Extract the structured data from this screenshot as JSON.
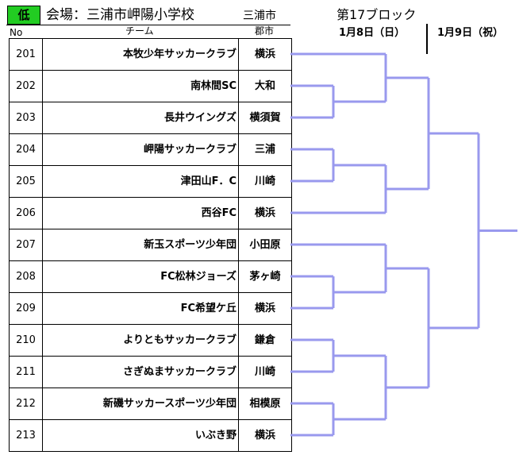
{
  "header": {
    "level_badge": "低",
    "venue": "会場：三浦市岬陽小学校",
    "venue_city": "三浦市",
    "block_title": "第17ブロック",
    "date_day1": "1月8日（日）",
    "date_day2": "1月9日（祝）"
  },
  "columns": {
    "no": "No",
    "team": "チーム",
    "city": "郡市"
  },
  "teams": [
    {
      "no": "201",
      "name": "本牧少年サッカークラブ",
      "city": "横浜"
    },
    {
      "no": "202",
      "name": "南林間SC",
      "city": "大和"
    },
    {
      "no": "203",
      "name": "長井ウイングズ",
      "city": "横須賀"
    },
    {
      "no": "204",
      "name": "岬陽サッカークラブ",
      "city": "三浦"
    },
    {
      "no": "205",
      "name": "津田山F．C",
      "city": "川崎"
    },
    {
      "no": "206",
      "name": "西谷FC",
      "city": "横浜"
    },
    {
      "no": "207",
      "name": "新玉スポーツ少年団",
      "city": "小田原"
    },
    {
      "no": "208",
      "name": "FC松林ジョーズ",
      "city": "茅ヶ崎"
    },
    {
      "no": "209",
      "name": "FC希望ケ丘",
      "city": "横浜"
    },
    {
      "no": "210",
      "name": "よりともサッカークラブ",
      "city": "鎌倉"
    },
    {
      "no": "211",
      "name": "さぎぬまサッカークラブ",
      "city": "川崎"
    },
    {
      "no": "212",
      "name": "新磯サッカースポーツ少年団",
      "city": "相模原"
    },
    {
      "no": "213",
      "name": "いぶき野",
      "city": "横浜"
    }
  ],
  "colors": {
    "badge": "#22cc22",
    "bracket_line": "#9999ee"
  }
}
